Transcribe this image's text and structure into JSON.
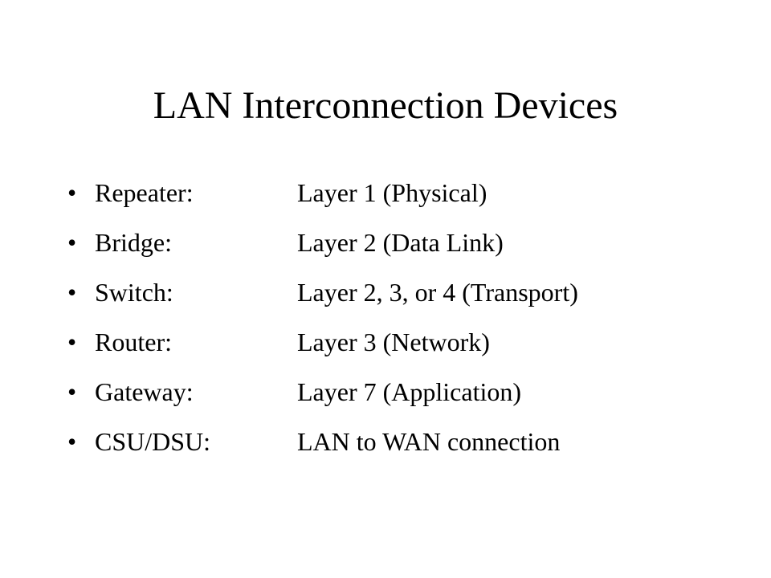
{
  "slide": {
    "title": "LAN Interconnection Devices",
    "bullet_glyph": "•",
    "items": [
      {
        "device": "Repeater:",
        "layer": "Layer 1 (Physical)"
      },
      {
        "device": "Bridge:",
        "layer": "Layer 2 (Data Link)"
      },
      {
        "device": "Switch:",
        "layer": "Layer 2, 3, or 4 (Transport)"
      },
      {
        "device": "Router:",
        "layer": "Layer 3 (Network)"
      },
      {
        "device": "Gateway:",
        "layer": "Layer 7 (Application)"
      },
      {
        "device": "CSU/DSU:",
        "layer": "LAN to WAN connection"
      }
    ]
  }
}
